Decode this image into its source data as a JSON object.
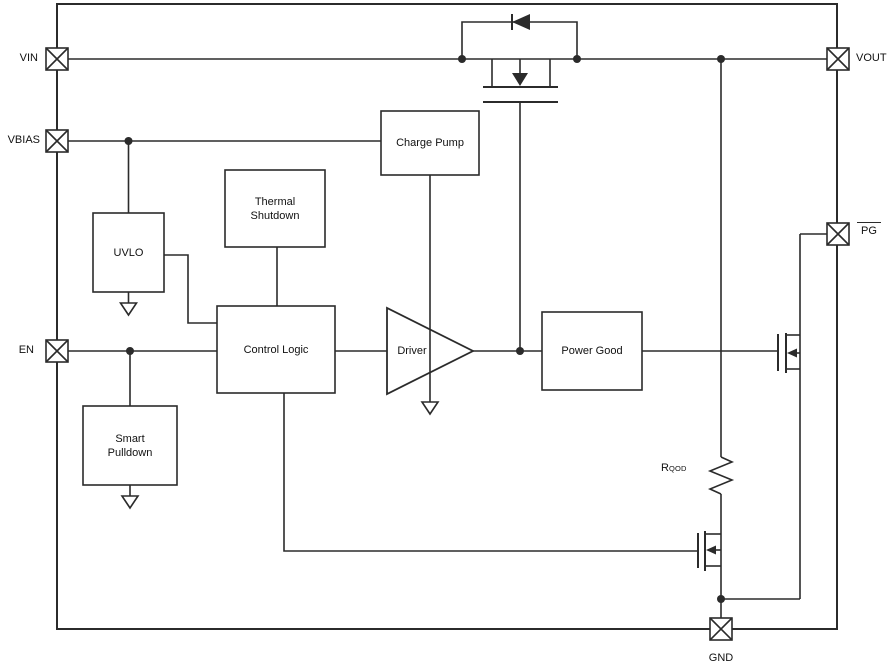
{
  "colors": {
    "line": "#2b2b2b",
    "background": "#ffffff",
    "text": "#111111"
  },
  "pins": {
    "vin": {
      "label": "VIN"
    },
    "vbias": {
      "label": "VBIAS"
    },
    "en": {
      "label": "EN"
    },
    "vout": {
      "label": "VOUT"
    },
    "pg": {
      "label": "PG",
      "overline": true
    },
    "gnd": {
      "label": "GND"
    }
  },
  "blocks": {
    "charge_pump": {
      "label": "Charge Pump"
    },
    "thermal_shutdown": {
      "label": "Thermal\nShutdown"
    },
    "uvlo": {
      "label": "UVLO"
    },
    "control_logic": {
      "label": "Control Logic"
    },
    "smart_pulldown": {
      "label": "Smart\nPulldown"
    },
    "driver": {
      "label": "Driver"
    },
    "power_good": {
      "label": "Power Good"
    }
  },
  "components": {
    "qod_resistor": {
      "label_base": "R",
      "label_subscript": "QOD"
    },
    "symbols": [
      "pass-fet",
      "body-diode",
      "pg-fet",
      "qod-fet",
      "ground-symbol",
      "junction-dot",
      "pin-terminal"
    ]
  }
}
